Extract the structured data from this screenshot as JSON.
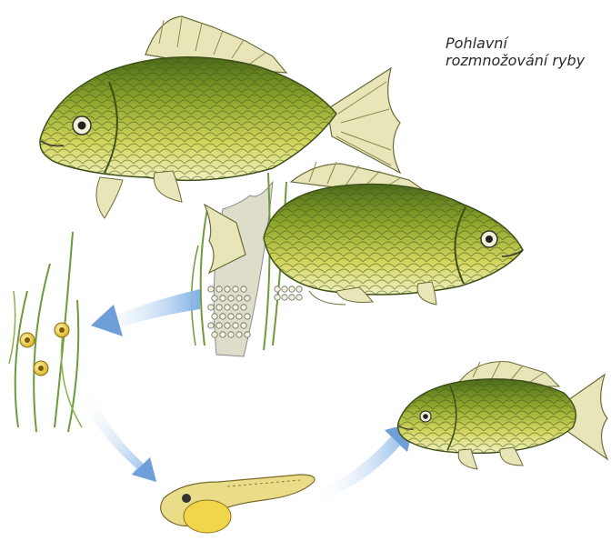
{
  "caption": {
    "line1": "Pohlavní",
    "line2": "rozmnožování ryby"
  },
  "colors": {
    "fish_body": "#b9c63a",
    "fish_back": "#5f7d1e",
    "fish_belly": "#eef0a8",
    "fin": "#e6e4b4",
    "plant": "#6f9a3a",
    "egg": "#e0c640",
    "arrow": "#9fc3ea",
    "larva": "#e2cf5a"
  },
  "stages": [
    "adult-female",
    "adult-male",
    "eggs-on-plants",
    "larva",
    "young-fish"
  ]
}
